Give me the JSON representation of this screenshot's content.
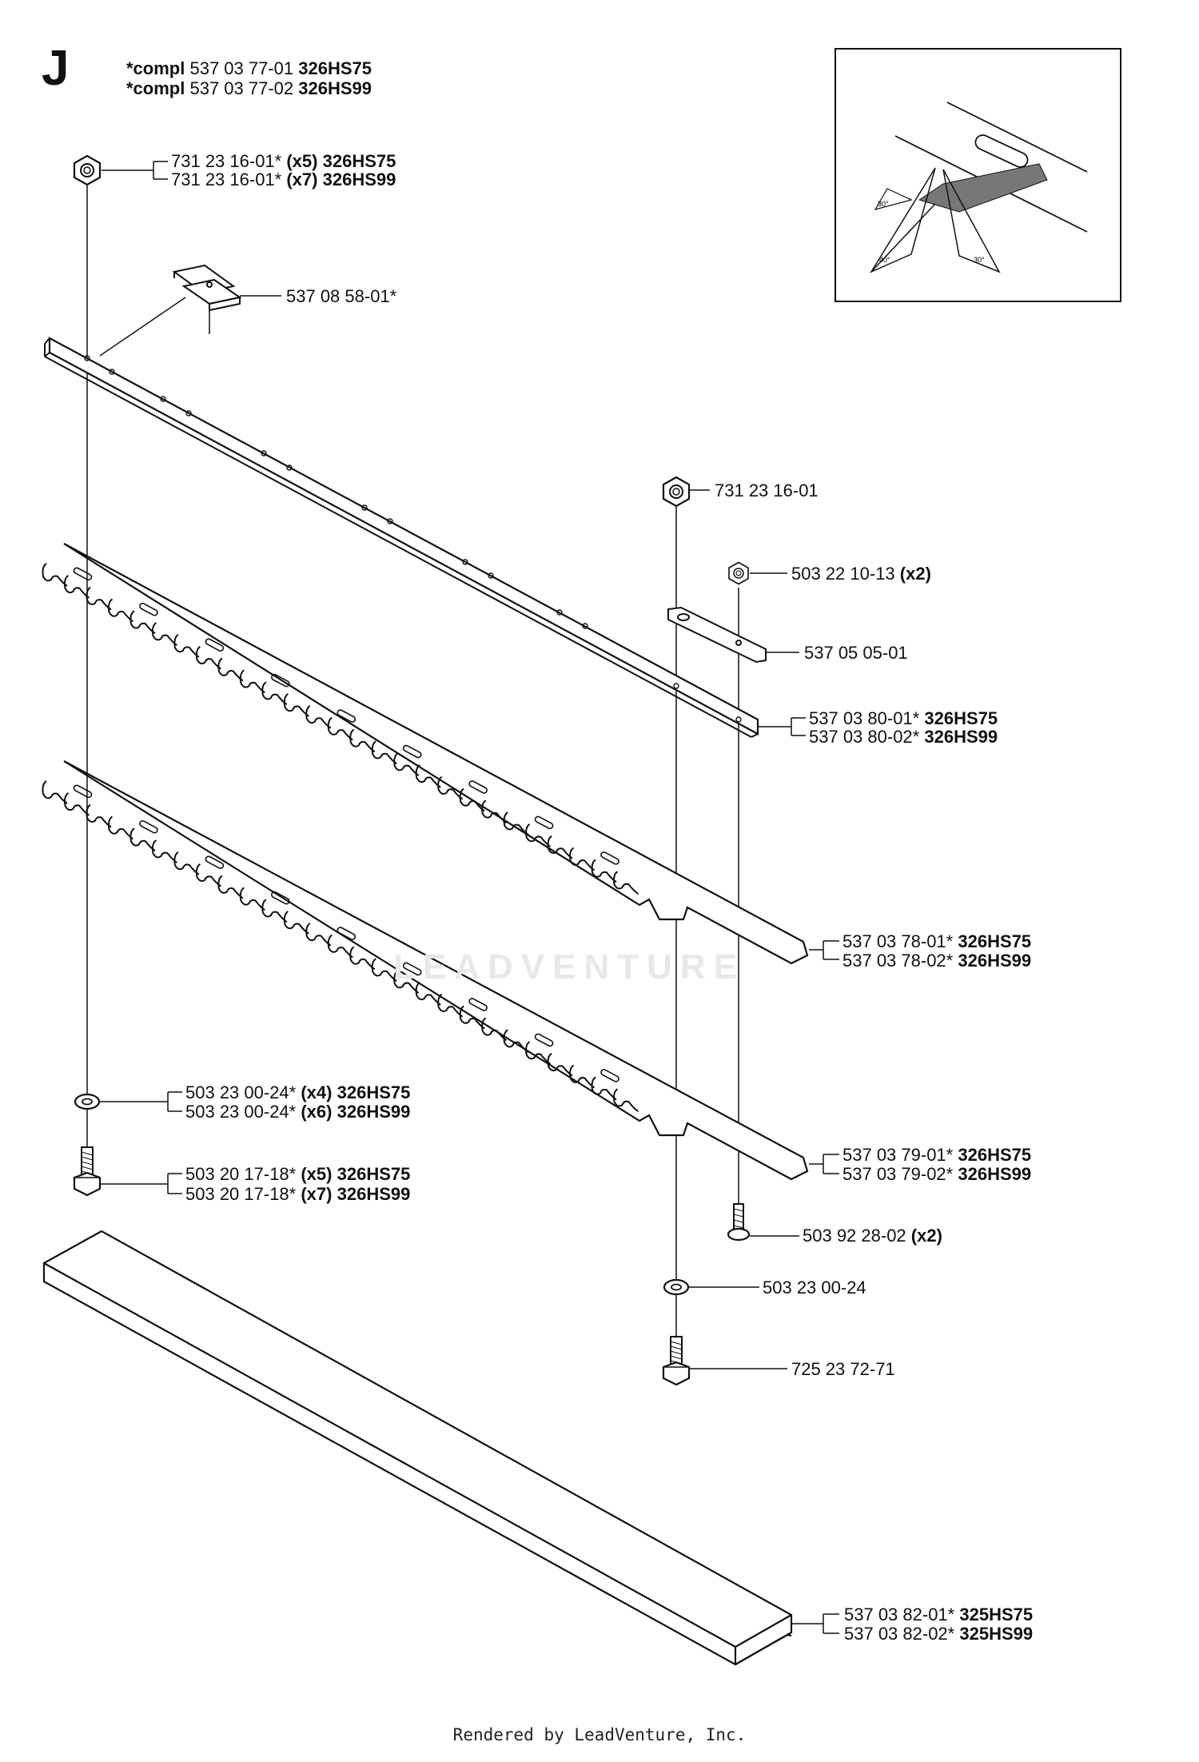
{
  "section": "J",
  "header": [
    {
      "pre": "*compl",
      "num": "537 03 77-01",
      "note": "",
      "model": "326HS75"
    },
    {
      "pre": "*compl",
      "num": "537 03 77-02",
      "note": "",
      "model": "326HS99"
    }
  ],
  "labels": {
    "nut_top": [
      {
        "num": "731 23 16-01*",
        "note": "(x5)",
        "model": "326HS75"
      },
      {
        "num": "731 23 16-01*",
        "note": "(x7)",
        "model": "326HS99"
      }
    ],
    "clip": [
      {
        "num": "537 08 58-01*",
        "note": "",
        "model": ""
      }
    ],
    "nut_right": [
      {
        "num": "731 23 16-01",
        "note": "",
        "model": ""
      }
    ],
    "nut_small": [
      {
        "num": "503 22 10-13",
        "note": "(x2)",
        "model": ""
      }
    ],
    "plate": [
      {
        "num": "537 05 05-01",
        "note": "",
        "model": ""
      }
    ],
    "bar": [
      {
        "num": "537 03 80-01*",
        "note": "",
        "model": "326HS75"
      },
      {
        "num": "537 03 80-02*",
        "note": "",
        "model": "326HS99"
      }
    ],
    "blade_upper": [
      {
        "num": "537 03 78-01*",
        "note": "",
        "model": "326HS75"
      },
      {
        "num": "537 03 78-02*",
        "note": "",
        "model": "326HS99"
      }
    ],
    "washer_left": [
      {
        "num": "503 23 00-24*",
        "note": "(x4)",
        "model": "326HS75"
      },
      {
        "num": "503 23 00-24*",
        "note": "(x6)",
        "model": "326HS99"
      }
    ],
    "blade_lower": [
      {
        "num": "537 03 79-01*",
        "note": "",
        "model": "326HS75"
      },
      {
        "num": "537 03 79-02*",
        "note": "",
        "model": "326HS99"
      }
    ],
    "bolt_left": [
      {
        "num": "503 20 17-18*",
        "note": "(x5)",
        "model": "326HS75"
      },
      {
        "num": "503 20 17-18*",
        "note": "(x7)",
        "model": "326HS99"
      }
    ],
    "screw_small": [
      {
        "num": "503 92 28-02",
        "note": "(x2)",
        "model": ""
      }
    ],
    "washer_right": [
      {
        "num": "503 23 00-24",
        "note": "",
        "model": ""
      }
    ],
    "bolt_right": [
      {
        "num": "725 23 72-71",
        "note": "",
        "model": ""
      }
    ],
    "guard": [
      {
        "num": "537 03 82-01*",
        "note": "",
        "model": "325HS75"
      },
      {
        "num": "537 03 82-02*",
        "note": "",
        "model": "325HS99"
      }
    ]
  },
  "inset": {
    "angles": [
      "30°",
      "40°",
      "30°"
    ]
  },
  "watermark": "LEADVENTURE",
  "footer": "Rendered by LeadVenture, Inc."
}
